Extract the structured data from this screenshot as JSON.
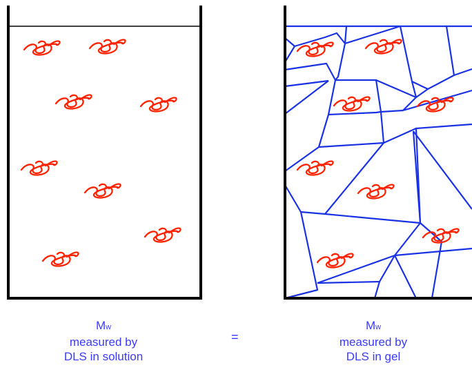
{
  "left_caption": {
    "symbol": "M",
    "subscript": "w",
    "line2": "measured by",
    "line3": "DLS in solution"
  },
  "equals": "=",
  "right_caption": {
    "symbol": "M",
    "subscript": "w",
    "line2": "measured by",
    "line3": "DLS in gel"
  },
  "colors": {
    "polymer": "#ff2200",
    "network": "#1a32e6",
    "container": "#000000",
    "text": "#3a3aff"
  },
  "icons": [
    "polymer-coil-icon"
  ]
}
